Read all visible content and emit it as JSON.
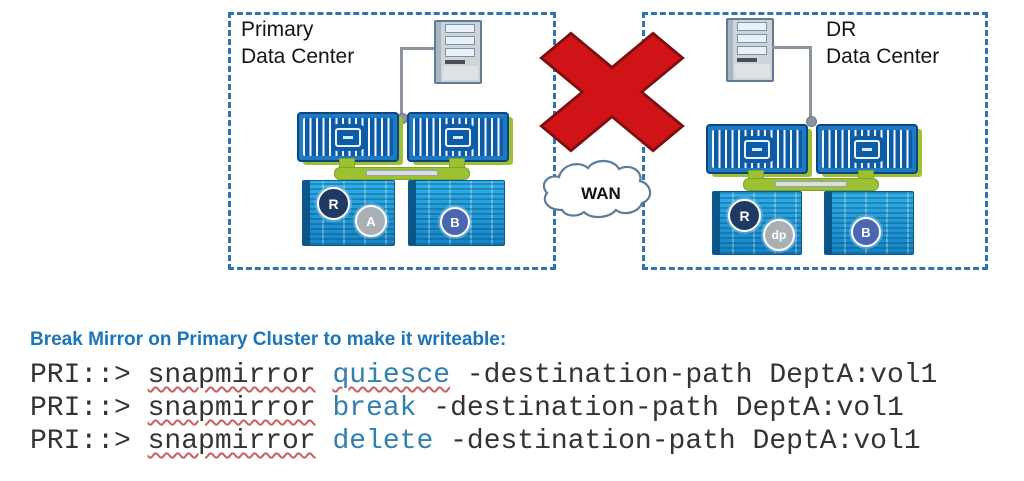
{
  "diagram": {
    "primary": {
      "label_line1": "Primary",
      "label_line2": "Data Center",
      "badge_r": "R",
      "badge_a": "A",
      "badge_b": "B"
    },
    "dr": {
      "label_line1": "DR",
      "label_line2": "Data Center",
      "badge_r": "R",
      "badge_dp": "dp",
      "badge_b": "B"
    },
    "wan": {
      "label": "WAN"
    }
  },
  "commands": {
    "heading": "Break Mirror on Primary Cluster to make it writeable:",
    "lines": [
      {
        "prompt": "PRI::> ",
        "cmd": "snapmirror",
        "verb": "quiesce",
        "args": " -destination-path DeptA:vol1"
      },
      {
        "prompt": "PRI::> ",
        "cmd": "snapmirror",
        "verb": "break",
        "args": " -destination-path DeptA:vol1"
      },
      {
        "prompt": "PRI::> ",
        "cmd": "snapmirror",
        "verb": "delete",
        "args": " -destination-path DeptA:vol1"
      }
    ]
  },
  "colors": {
    "box_border_blue": "#2E74B5",
    "heading_blue": "#1B75BC",
    "command_verb_blue": "#3180B0",
    "spellcheck_red": "#C9605B",
    "x_red_fill": "#D01317",
    "x_red_outline": "#7A1010",
    "green_accent": "#9CC234",
    "controller_blue": "#1E7AC2",
    "shelf_blue": "#1E8FC9",
    "badge_navy": "#1F3864",
    "badge_gray": "#A8B0B6",
    "badge_blue": "#4A68B0"
  }
}
